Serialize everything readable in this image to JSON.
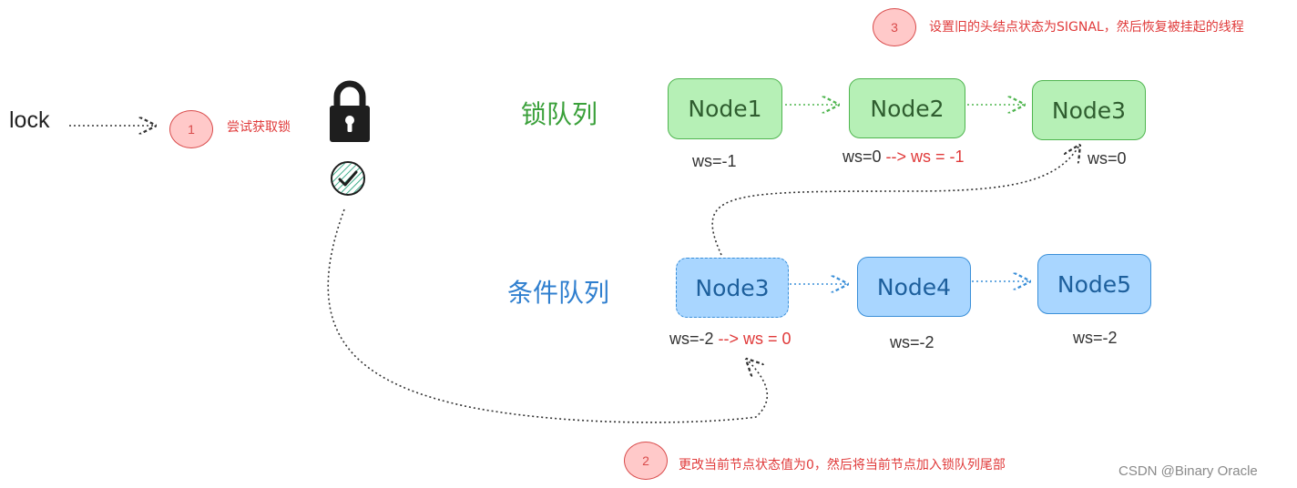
{
  "lock_label": "lock",
  "steps": [
    {
      "number": "1",
      "text": "尝试获取锁"
    },
    {
      "number": "2",
      "text": "更改当前节点状态值为0，然后将当前节点加入锁队列尾部"
    },
    {
      "number": "3",
      "text": "设置旧的头结点状态为SIGNAL，然后恢复被挂起的线程"
    }
  ],
  "lock_queue": {
    "title": "锁队列",
    "nodes": [
      {
        "label": "Node1",
        "ws": "ws=-1",
        "ws_change": ""
      },
      {
        "label": "Node2",
        "ws": "ws=0",
        "ws_change": "--> ws = -1"
      },
      {
        "label": "Node3",
        "ws": "ws=0",
        "ws_change": ""
      }
    ]
  },
  "condition_queue": {
    "title": "条件队列",
    "nodes": [
      {
        "label": "Node3",
        "ws": "ws=-2",
        "ws_change": "--> ws = 0"
      },
      {
        "label": "Node4",
        "ws": "ws=-2",
        "ws_change": ""
      },
      {
        "label": "Node5",
        "ws": "ws=-2",
        "ws_change": ""
      }
    ]
  },
  "icons": [
    "padlock-icon",
    "check-circle-icon"
  ],
  "colors": {
    "lock_queue_fill": "#b6f0b6",
    "lock_queue_stroke": "#4fb54f",
    "condition_queue_fill": "#a9d6ff",
    "condition_queue_stroke": "#3a8fd8",
    "lock_queue_title": "#3aa03a",
    "condition_queue_title": "#2f7fcf",
    "highlight": "#e03a3a"
  },
  "watermark": "CSDN @Binary Oracle"
}
